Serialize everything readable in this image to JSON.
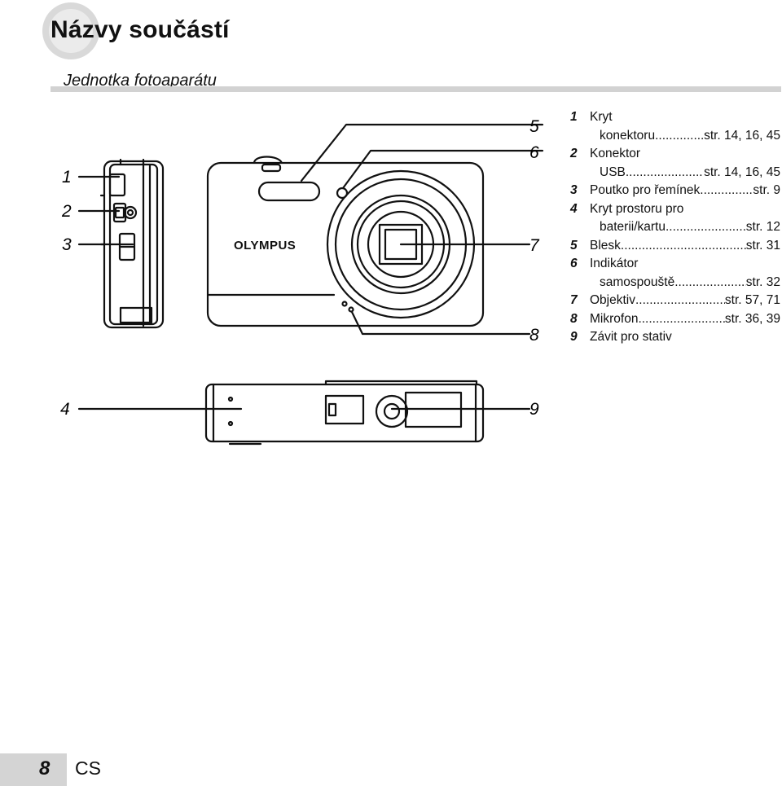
{
  "page": {
    "title": "Názvy součástí",
    "section_title": "Jednotka fotoaparátu",
    "page_number": "8",
    "language": "CS"
  },
  "diagram": {
    "brand_text": "OLYMPUS",
    "callouts": [
      "1",
      "2",
      "3",
      "4",
      "5",
      "6",
      "7",
      "8",
      "9"
    ]
  },
  "legend": {
    "items": [
      {
        "num": "1",
        "lines": [
          {
            "text": "Kryt",
            "page": ""
          },
          {
            "text": "konektoru",
            "page": "str. 14, 16, 45"
          }
        ]
      },
      {
        "num": "2",
        "lines": [
          {
            "text": "Konektor",
            "page": ""
          },
          {
            "text": "USB",
            "page": "str. 14, 16, 45"
          }
        ]
      },
      {
        "num": "3",
        "lines": [
          {
            "text": "Poutko pro řemínek",
            "page": "str. 9"
          }
        ]
      },
      {
        "num": "4",
        "lines": [
          {
            "text": "Kryt prostoru pro",
            "page": ""
          },
          {
            "text": "baterii/kartu",
            "page": "str. 12"
          }
        ]
      },
      {
        "num": "5",
        "lines": [
          {
            "text": "Blesk",
            "page": "str. 31"
          }
        ]
      },
      {
        "num": "6",
        "lines": [
          {
            "text": "Indikátor",
            "page": ""
          },
          {
            "text": "samospouště",
            "page": "str. 32"
          }
        ]
      },
      {
        "num": "7",
        "lines": [
          {
            "text": "Objektiv",
            "page": "str. 57, 71"
          }
        ]
      },
      {
        "num": "8",
        "lines": [
          {
            "text": "Mikrofon",
            "page": "str. 36, 39"
          }
        ]
      },
      {
        "num": "9",
        "lines": [
          {
            "text": "Závit pro stativ",
            "page": ""
          }
        ]
      }
    ]
  }
}
